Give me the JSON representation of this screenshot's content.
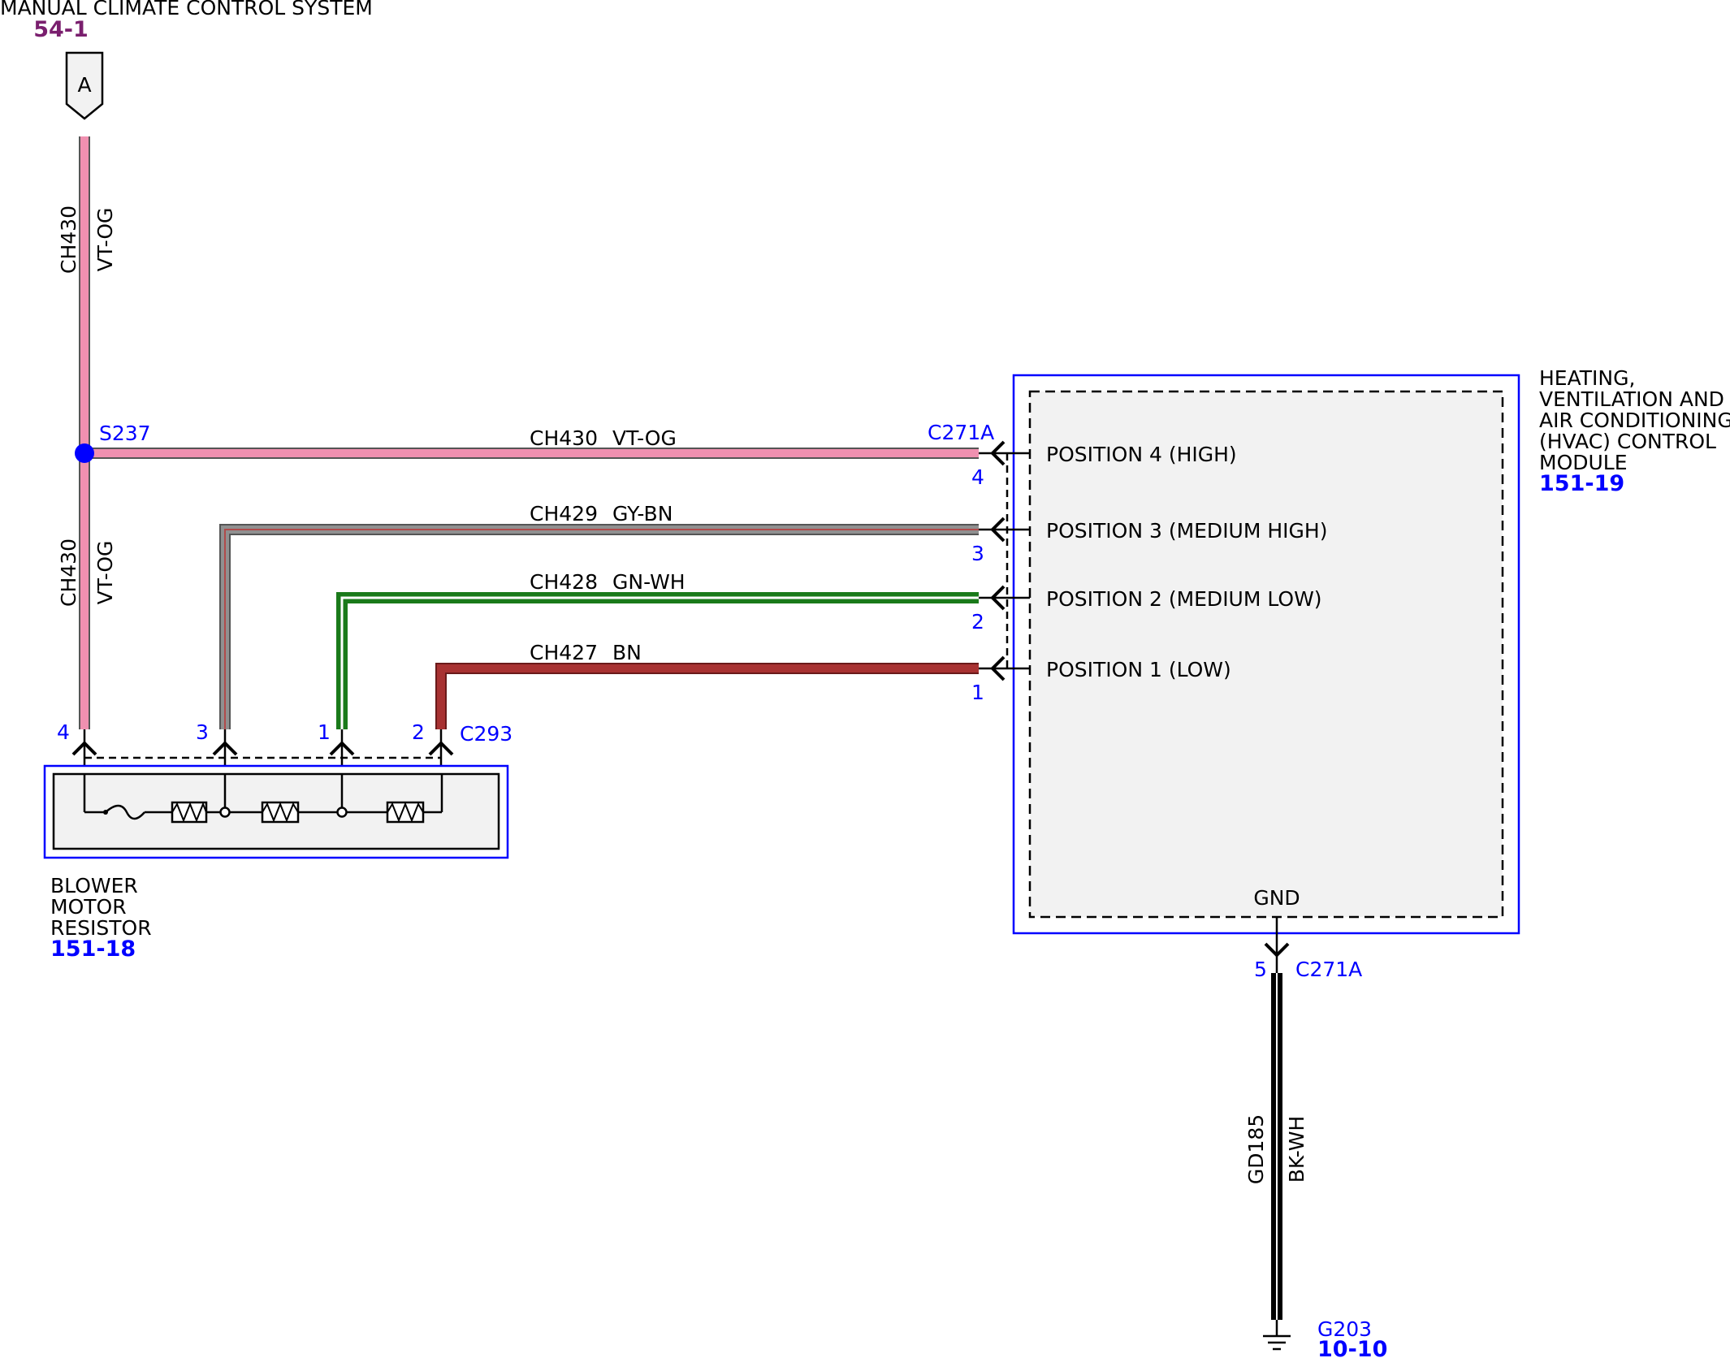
{
  "page_header": {
    "system_name": "MANUAL CLIMATE CONTROL SYSTEM",
    "system_ref": "54-1",
    "connector_letter": "A"
  },
  "splice": {
    "id": "S237"
  },
  "wires": {
    "ch430_vertical_top": {
      "circuit": "CH430",
      "color_code": "VT-OG"
    },
    "ch430_vertical_bottom": {
      "circuit": "CH430",
      "color_code": "VT-OG"
    },
    "ch430": {
      "circuit": "CH430",
      "color_code": "VT-OG",
      "hvac_pin": "4",
      "resistor_pin": "4"
    },
    "ch429": {
      "circuit": "CH429",
      "color_code": "GY-BN",
      "hvac_pin": "3",
      "resistor_pin": "3"
    },
    "ch428": {
      "circuit": "CH428",
      "color_code": "GN-WH",
      "hvac_pin": "2",
      "resistor_pin": "1"
    },
    "ch427": {
      "circuit": "CH427",
      "color_code": "BN",
      "hvac_pin": "1",
      "resistor_pin": "2"
    },
    "gd185": {
      "circuit": "GD185",
      "color_code": "BK-WH",
      "hvac_pin": "5"
    }
  },
  "hvac_module": {
    "connector": "C271A",
    "name_lines": [
      "HEATING,",
      "VENTILATION AND",
      "AIR CONDITIONING",
      "(HVAC) CONTROL",
      "MODULE"
    ],
    "ref": "151-19",
    "positions": [
      "POSITION 4 (HIGH)",
      "POSITION 3 (MEDIUM HIGH)",
      "POSITION 2 (MEDIUM LOW)",
      "POSITION 1 (LOW)"
    ],
    "gnd_label": "GND",
    "gnd_connector": "C271A"
  },
  "blower_resistor": {
    "connector": "C293",
    "name_lines": [
      "BLOWER",
      "MOTOR",
      "RESISTOR"
    ],
    "ref": "151-18"
  },
  "ground": {
    "id": "G203",
    "ref": "10-10"
  },
  "colors": {
    "vt_og": "#f090b0",
    "gy_bn": "#808080",
    "gn_wh": "#1a7a1a",
    "bn": "#a83232",
    "bk_wh": "#000000",
    "component_border": "#0000ff",
    "splice_dot": "#0000ff",
    "ref_purple": "#7a1f6e"
  }
}
